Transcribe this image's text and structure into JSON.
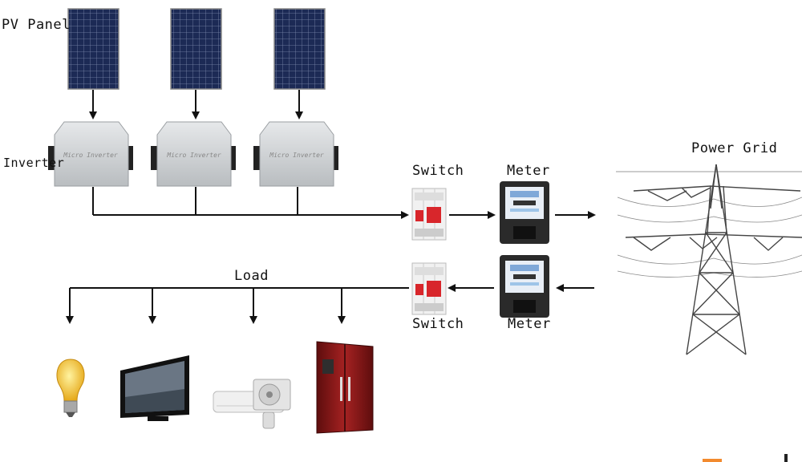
{
  "labels": {
    "pv_panel": "PV Panel",
    "inverter": "Inverter",
    "switch_top": "Switch",
    "meter_top": "Meter",
    "power_grid": "Power Grid",
    "load": "Load",
    "switch_bottom": "Switch",
    "meter_bottom": "Meter"
  },
  "inverter_brand_text": "Micro Inverter",
  "icons": {
    "pv_panel": "solar-panel-icon",
    "inverter": "micro-inverter-icon",
    "switch": "circuit-breaker-icon",
    "meter": "energy-meter-icon",
    "grid": "transmission-tower-icon",
    "bulb": "light-bulb-icon",
    "tv": "television-icon",
    "ac": "air-conditioner-icon",
    "fridge": "refrigerator-icon"
  },
  "colors": {
    "panel_cell": "#1c2a55",
    "panel_grid": "#8a96b8",
    "inverter_body": "#cfd2d4",
    "breaker_red": "#d8262b",
    "meter_body": "#2a2a2a",
    "meter_display": "#9ec4e8",
    "fridge": "#8b1a1a",
    "bulb": "#f3c12a",
    "arrow": "#111111"
  }
}
